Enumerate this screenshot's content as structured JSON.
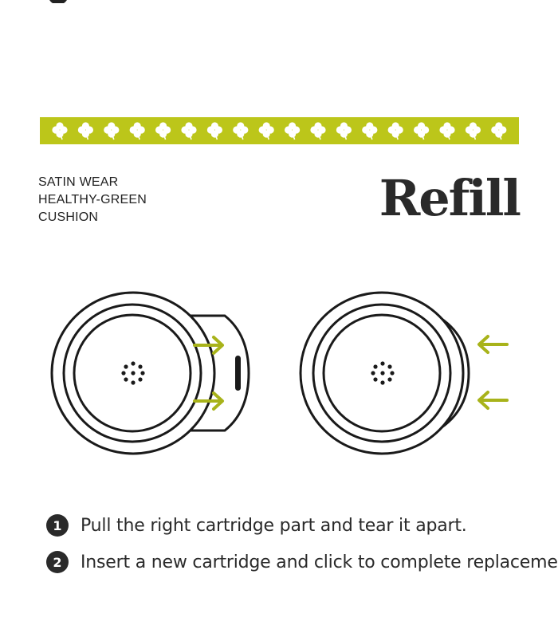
{
  "product": {
    "line1": "SATIN WEAR",
    "line2": "HEALTHY-GREEN",
    "line3": "CUSHION"
  },
  "logo": {
    "text": "Refill"
  },
  "steps": [
    {
      "number": "1",
      "text": "Pull the right cartridge part and tear it apart."
    },
    {
      "number": "2",
      "text": "Insert a new cartridge and click to complete replacement!"
    }
  ],
  "colors": {
    "accent": "#bcc61a",
    "ink": "#2a2a2a",
    "background": "#ffffff"
  },
  "icons": {
    "banner": "clover-icon",
    "arrow_out": "arrow-right-icon",
    "arrow_in": "arrow-left-icon",
    "step_marker": "number-circle-icon"
  }
}
